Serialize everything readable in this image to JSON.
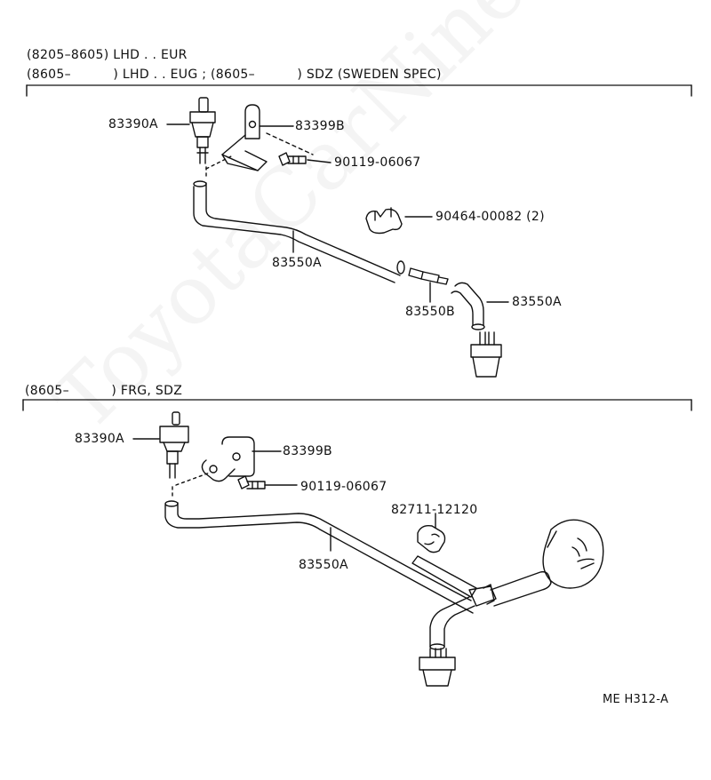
{
  "header_top": {
    "line1": "(8205–8605) LHD . . EUR",
    "line2": "(8605–          ) LHD . . EUG ; (8605–          ) SDZ (SWEDEN SPEC)"
  },
  "header_bottom": {
    "line1": "(8605–          ) FRG, SDZ"
  },
  "labels_top": {
    "a": "83390A",
    "b": "83399B",
    "c": "90119-06067",
    "d": "90464-00082 (2)",
    "e": "83550A",
    "f": "83550B",
    "g": "83550A"
  },
  "labels_bottom": {
    "a": "83390A",
    "b": "83399B",
    "c": "90119-06067",
    "d": "82711-12120",
    "e": "83550A"
  },
  "diagram_code": "ME H312-A",
  "watermark": "ToyotaCarNine.ru"
}
